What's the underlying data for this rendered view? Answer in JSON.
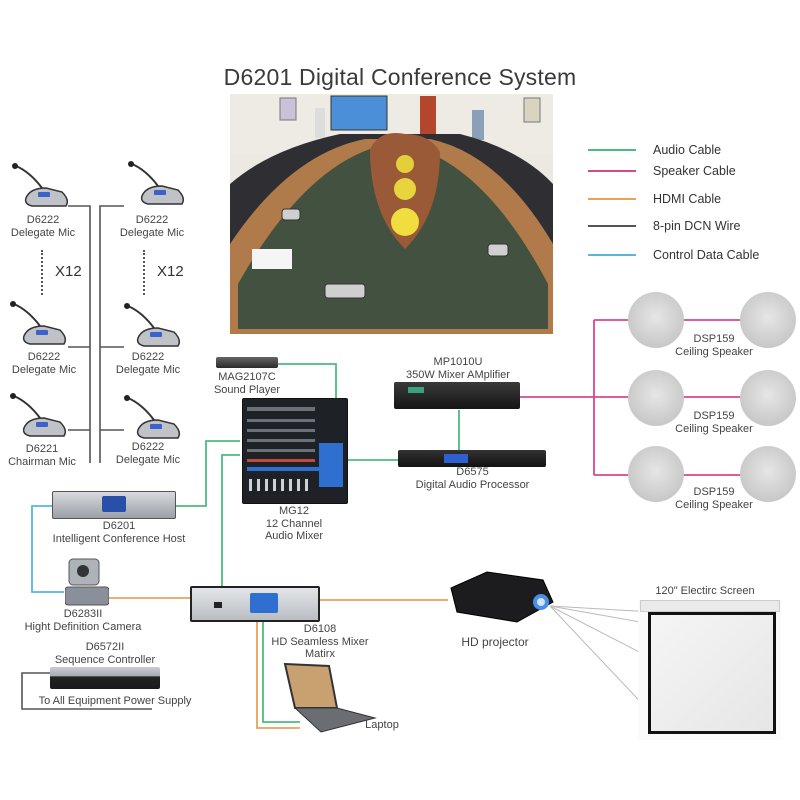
{
  "title": "D6201 Digital Conference System",
  "legend": [
    {
      "label": "Audio Cable",
      "color": "#4dbb7f"
    },
    {
      "label": "Speaker Cable",
      "color": "#d9488f"
    },
    {
      "label": "HDMI Cable",
      "color": "#e8a25a"
    },
    {
      "label": "8-pin DCN Wire",
      "color": "#555555"
    },
    {
      "label": "Control Data Cable",
      "color": "#5ab4e0"
    }
  ],
  "photo": {
    "alt": "Conference room with oval table and delegate microphones"
  },
  "mics": {
    "left_top": {
      "model": "D6222",
      "name": "Delegate Mic"
    },
    "right_top": {
      "model": "D6222",
      "name": "Delegate Mic"
    },
    "left_mid": {
      "model": "D6222",
      "name": "Delegate Mic"
    },
    "right_mid": {
      "model": "D6222",
      "name": "Delegate Mic"
    },
    "left_bottom": {
      "model": "D6221",
      "name": "Chairman Mic"
    },
    "right_bottom": {
      "model": "D6222",
      "name": "Delegate Mic"
    },
    "multiplier_left": "X12",
    "multiplier_right": "X12"
  },
  "devices": {
    "sound_player": {
      "model": "MAG2107C",
      "name": "Sound Player"
    },
    "mixer": {
      "model": "MG12",
      "name": "12 Channel",
      "name2": "Audio Mixer"
    },
    "amplifier": {
      "model": "MP1010U",
      "name": "350W Mixer AMplifier"
    },
    "processor": {
      "model": "D6575",
      "name": "Digital Audio Processor"
    },
    "host": {
      "model": "D6201",
      "name": "Intelligent Conference Host"
    },
    "camera": {
      "model": "D6283II",
      "name": "Hight Definition Camera"
    },
    "sequencer": {
      "model": "D6572II",
      "name": "Sequence Controller",
      "note": "To All Equipment Power Supply"
    },
    "matrix": {
      "model": "D6108",
      "name": "HD Seamless Mixer",
      "name2": "Matirx"
    },
    "laptop": {
      "name": "Laptop"
    },
    "projector": {
      "name": "HD projector"
    },
    "screen": {
      "name": "120\" Electirc Screen"
    }
  },
  "speakers": [
    {
      "model": "DSP159",
      "name": "Ceiling Speaker"
    },
    {
      "model": "DSP159",
      "name": "Ceiling Speaker"
    },
    {
      "model": "DSP159",
      "name": "Ceiling Speaker"
    }
  ]
}
